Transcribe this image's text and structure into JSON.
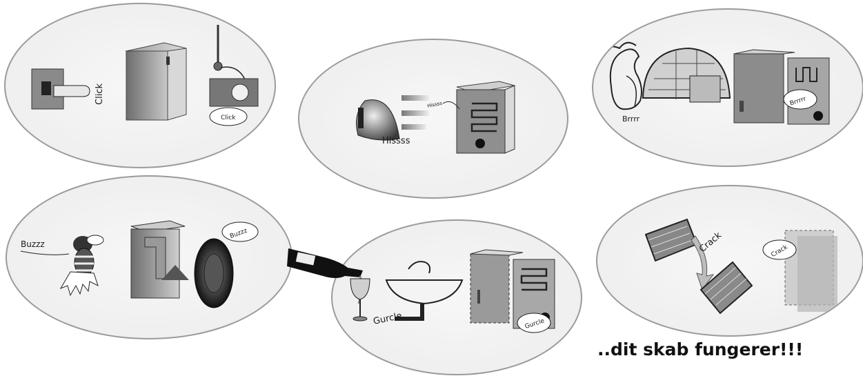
{
  "panels": [
    {
      "id": "switch",
      "sounds": [
        "Click",
        "Click"
      ]
    },
    {
      "id": "iron",
      "sounds": [
        "Hissss",
        "Hissss"
      ]
    },
    {
      "id": "igloo",
      "sounds": [
        "Brrrr",
        "Brrrrr"
      ]
    },
    {
      "id": "bee",
      "sounds": [
        "Buzzz",
        "Buzzz"
      ]
    },
    {
      "id": "wine",
      "sounds": [
        "Gurcle",
        "Gurcle"
      ]
    },
    {
      "id": "wood",
      "sounds": [
        "Crack",
        "Crack"
      ]
    }
  ],
  "caption": "..dit skab fungerer!!!"
}
